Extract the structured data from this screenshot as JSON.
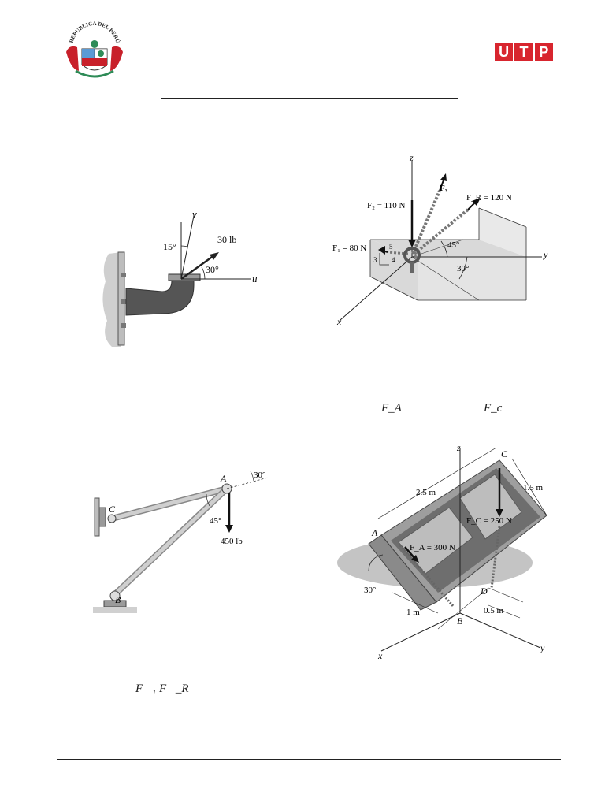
{
  "header": {
    "seal_text": "REPÚBLICA DEL PERÚ",
    "brand_letters": [
      "U",
      "T",
      "P"
    ],
    "brand_color": "#d8252e"
  },
  "figure1": {
    "axis_v": "v",
    "axis_u": "u",
    "angle_top": "15°",
    "angle_right": "30°",
    "force": "30 lb"
  },
  "figure2": {
    "axis_z": "z",
    "axis_y": "y",
    "axis_x": "x",
    "f2": "F₂ = 110 N",
    "f3": "F₃",
    "fr": "F_R = 120 N",
    "f1": "F₁ = 80 N",
    "slope_5": "5",
    "slope_3": "3",
    "slope_4": "4",
    "angle_45": "45°",
    "angle_30": "30°"
  },
  "figure3": {
    "point_a": "A",
    "point_b": "B",
    "point_c": "C",
    "angle_30": "30°",
    "angle_45": "45°",
    "force": "450 lb"
  },
  "figure4": {
    "axis_z": "z",
    "axis_x": "x",
    "axis_y": "y",
    "point_c": "C",
    "point_a": "A",
    "point_d": "D",
    "point_b": "B",
    "dim_25": "2.5 m",
    "dim_15": "1.5 m",
    "fc": "F_C = 250 N",
    "fa": "F_A = 300 N",
    "angle_30": "30°",
    "dim_1": "1 m",
    "dim_05": "0.5 m"
  },
  "labels": {
    "fa_vec": "F_A",
    "fc_vec": "F_c",
    "f1_vec": "F⃗₁",
    "fr_vec": "F⃗_R"
  }
}
